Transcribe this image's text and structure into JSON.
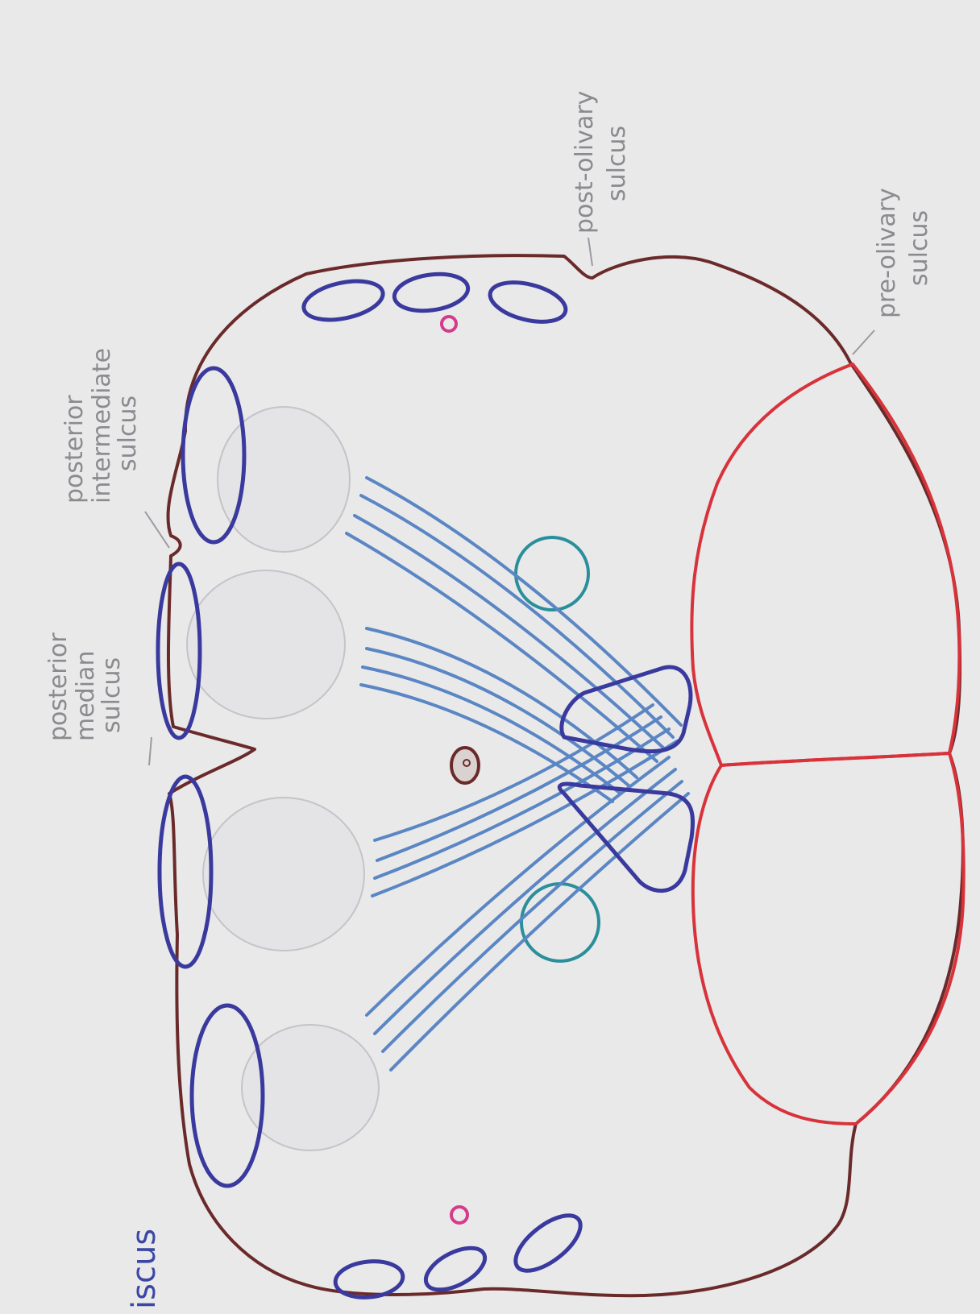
{
  "labels": {
    "posterior_median_sulcus": [
      "posterior",
      "median",
      "sulcus"
    ],
    "posterior_intermediate_sulcus": [
      "posterior",
      "intermediate",
      "sulcus"
    ],
    "post_olivary_sulcus": [
      "post-olivary",
      "sulcus"
    ],
    "pre_olivary_sulcus": [
      "pre-olivary",
      "sulcus"
    ],
    "edge_fragment": "iscus"
  },
  "colors": {
    "paper": "#e9e9ea",
    "outline": "#6b2a2a",
    "tract_ovals": "#3a3a9e",
    "pyramids": "#d8323a",
    "fibers": "#5b86c4",
    "small_circles": "#2a8f9a",
    "pink_dots": "#d63a8a",
    "pencil": "#c4c4c8",
    "label_text": "#8a8a8f"
  }
}
